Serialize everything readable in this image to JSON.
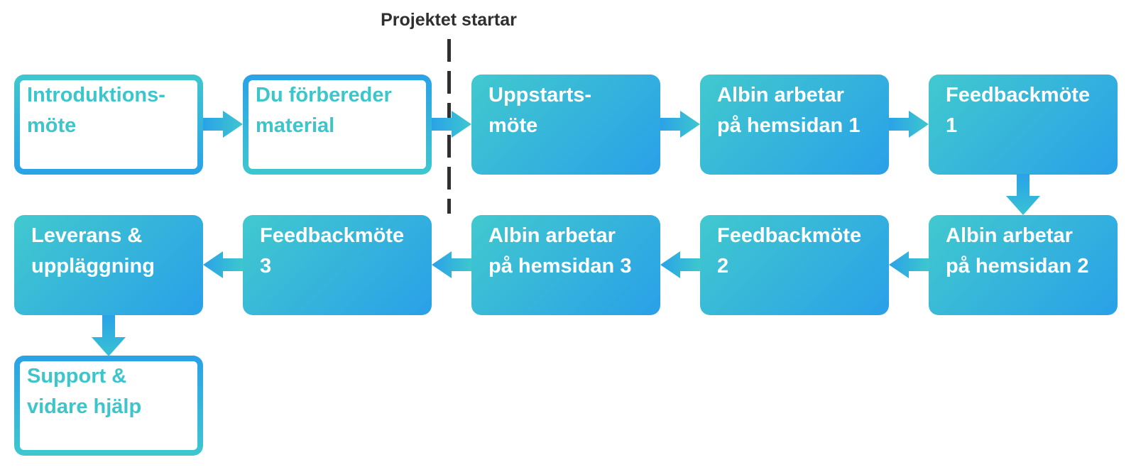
{
  "colors": {
    "teal": "#3EC7CE",
    "blue": "#2AA2E8",
    "ink": "#2F2F2F",
    "outline_text": "#3CC6CC",
    "filled_text": "#FFFFFF"
  },
  "milestone": {
    "label": "Projektet startar"
  },
  "flow": {
    "boxes": [
      {
        "id": "introduktionsmote",
        "line1": "Introduktions-",
        "line2": "möte",
        "variant": "outline"
      },
      {
        "id": "du-forbereder-material",
        "line1": "Du förbereder",
        "line2": "material",
        "variant": "outline"
      },
      {
        "id": "uppstartsmote",
        "line1": "Uppstarts-",
        "line2": "möte",
        "variant": "filled"
      },
      {
        "id": "albin-arbetar-1",
        "line1": "Albin arbetar",
        "line2": "på hemsidan 1",
        "variant": "filled"
      },
      {
        "id": "feedbackmote-1",
        "line1": "Feedbackmöte",
        "line2": "1",
        "variant": "filled"
      },
      {
        "id": "leverans-upplaggning",
        "line1": "Leverans &",
        "line2": "uppläggning",
        "variant": "filled"
      },
      {
        "id": "feedbackmote-3",
        "line1": "Feedbackmöte",
        "line2": "3",
        "variant": "filled"
      },
      {
        "id": "albin-arbetar-3",
        "line1": "Albin arbetar",
        "line2": "på hemsidan 3",
        "variant": "filled"
      },
      {
        "id": "feedbackmote-2",
        "line1": "Feedbackmöte",
        "line2": "2",
        "variant": "filled"
      },
      {
        "id": "albin-arbetar-2",
        "line1": "Albin arbetar",
        "line2": "på hemsidan 2",
        "variant": "filled"
      },
      {
        "id": "support-vidare-hjalp",
        "line1": "Support &",
        "line2": "vidare hjälp",
        "variant": "outline"
      }
    ]
  }
}
